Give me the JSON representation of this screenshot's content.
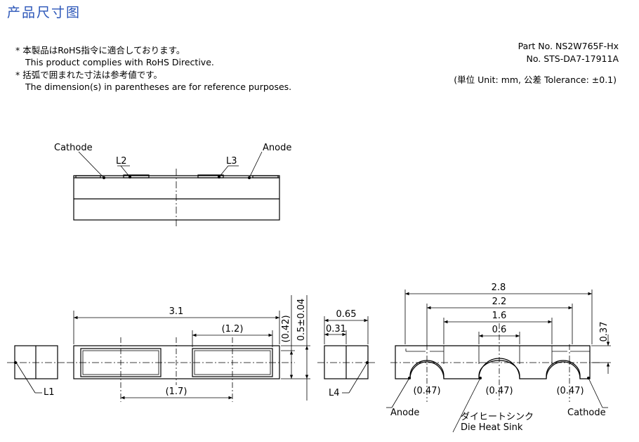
{
  "header": {
    "title": "产品尺寸图"
  },
  "notes": {
    "rohs_jp": "* 本製品はRoHS指令に適合しております。",
    "rohs_en": "This product complies with RoHS Directive.",
    "ref_jp": "* 括弧で囲まれた寸法は参考値です。",
    "ref_en": "The dimension(s) in parentheses are for reference purposes."
  },
  "part": {
    "part_no": "Part No. NS2W765F-Hx",
    "doc_no": "No. STS-DA7-17911A",
    "units": "(単位 Unit: mm,  公差 Tolerance: ±0.1)"
  },
  "top_view": {
    "cathode": "Cathode",
    "anode": "Anode",
    "l2": "L2",
    "l3": "L3"
  },
  "front_view": {
    "width": "3.1",
    "pad": "(1.2)",
    "spacing": "(1.7)",
    "height_ref": "(0.42)",
    "height": "0.5±0.04",
    "l1": "L1"
  },
  "side_view": {
    "depth": "0.65",
    "depth_part": "0.31",
    "l4": "L4"
  },
  "bottom_view": {
    "d1": "2.8",
    "d2": "2.2",
    "d3": "1.6",
    "d4": "0.6",
    "h": "0.37",
    "r1": "(0.47)",
    "r2": "(0.47)",
    "r3": "(0.47)",
    "anode": "Anode",
    "heat_sink_jp": "ダイヒートシンク",
    "heat_sink_en": "Die Heat Sink",
    "cathode": "Cathode"
  }
}
